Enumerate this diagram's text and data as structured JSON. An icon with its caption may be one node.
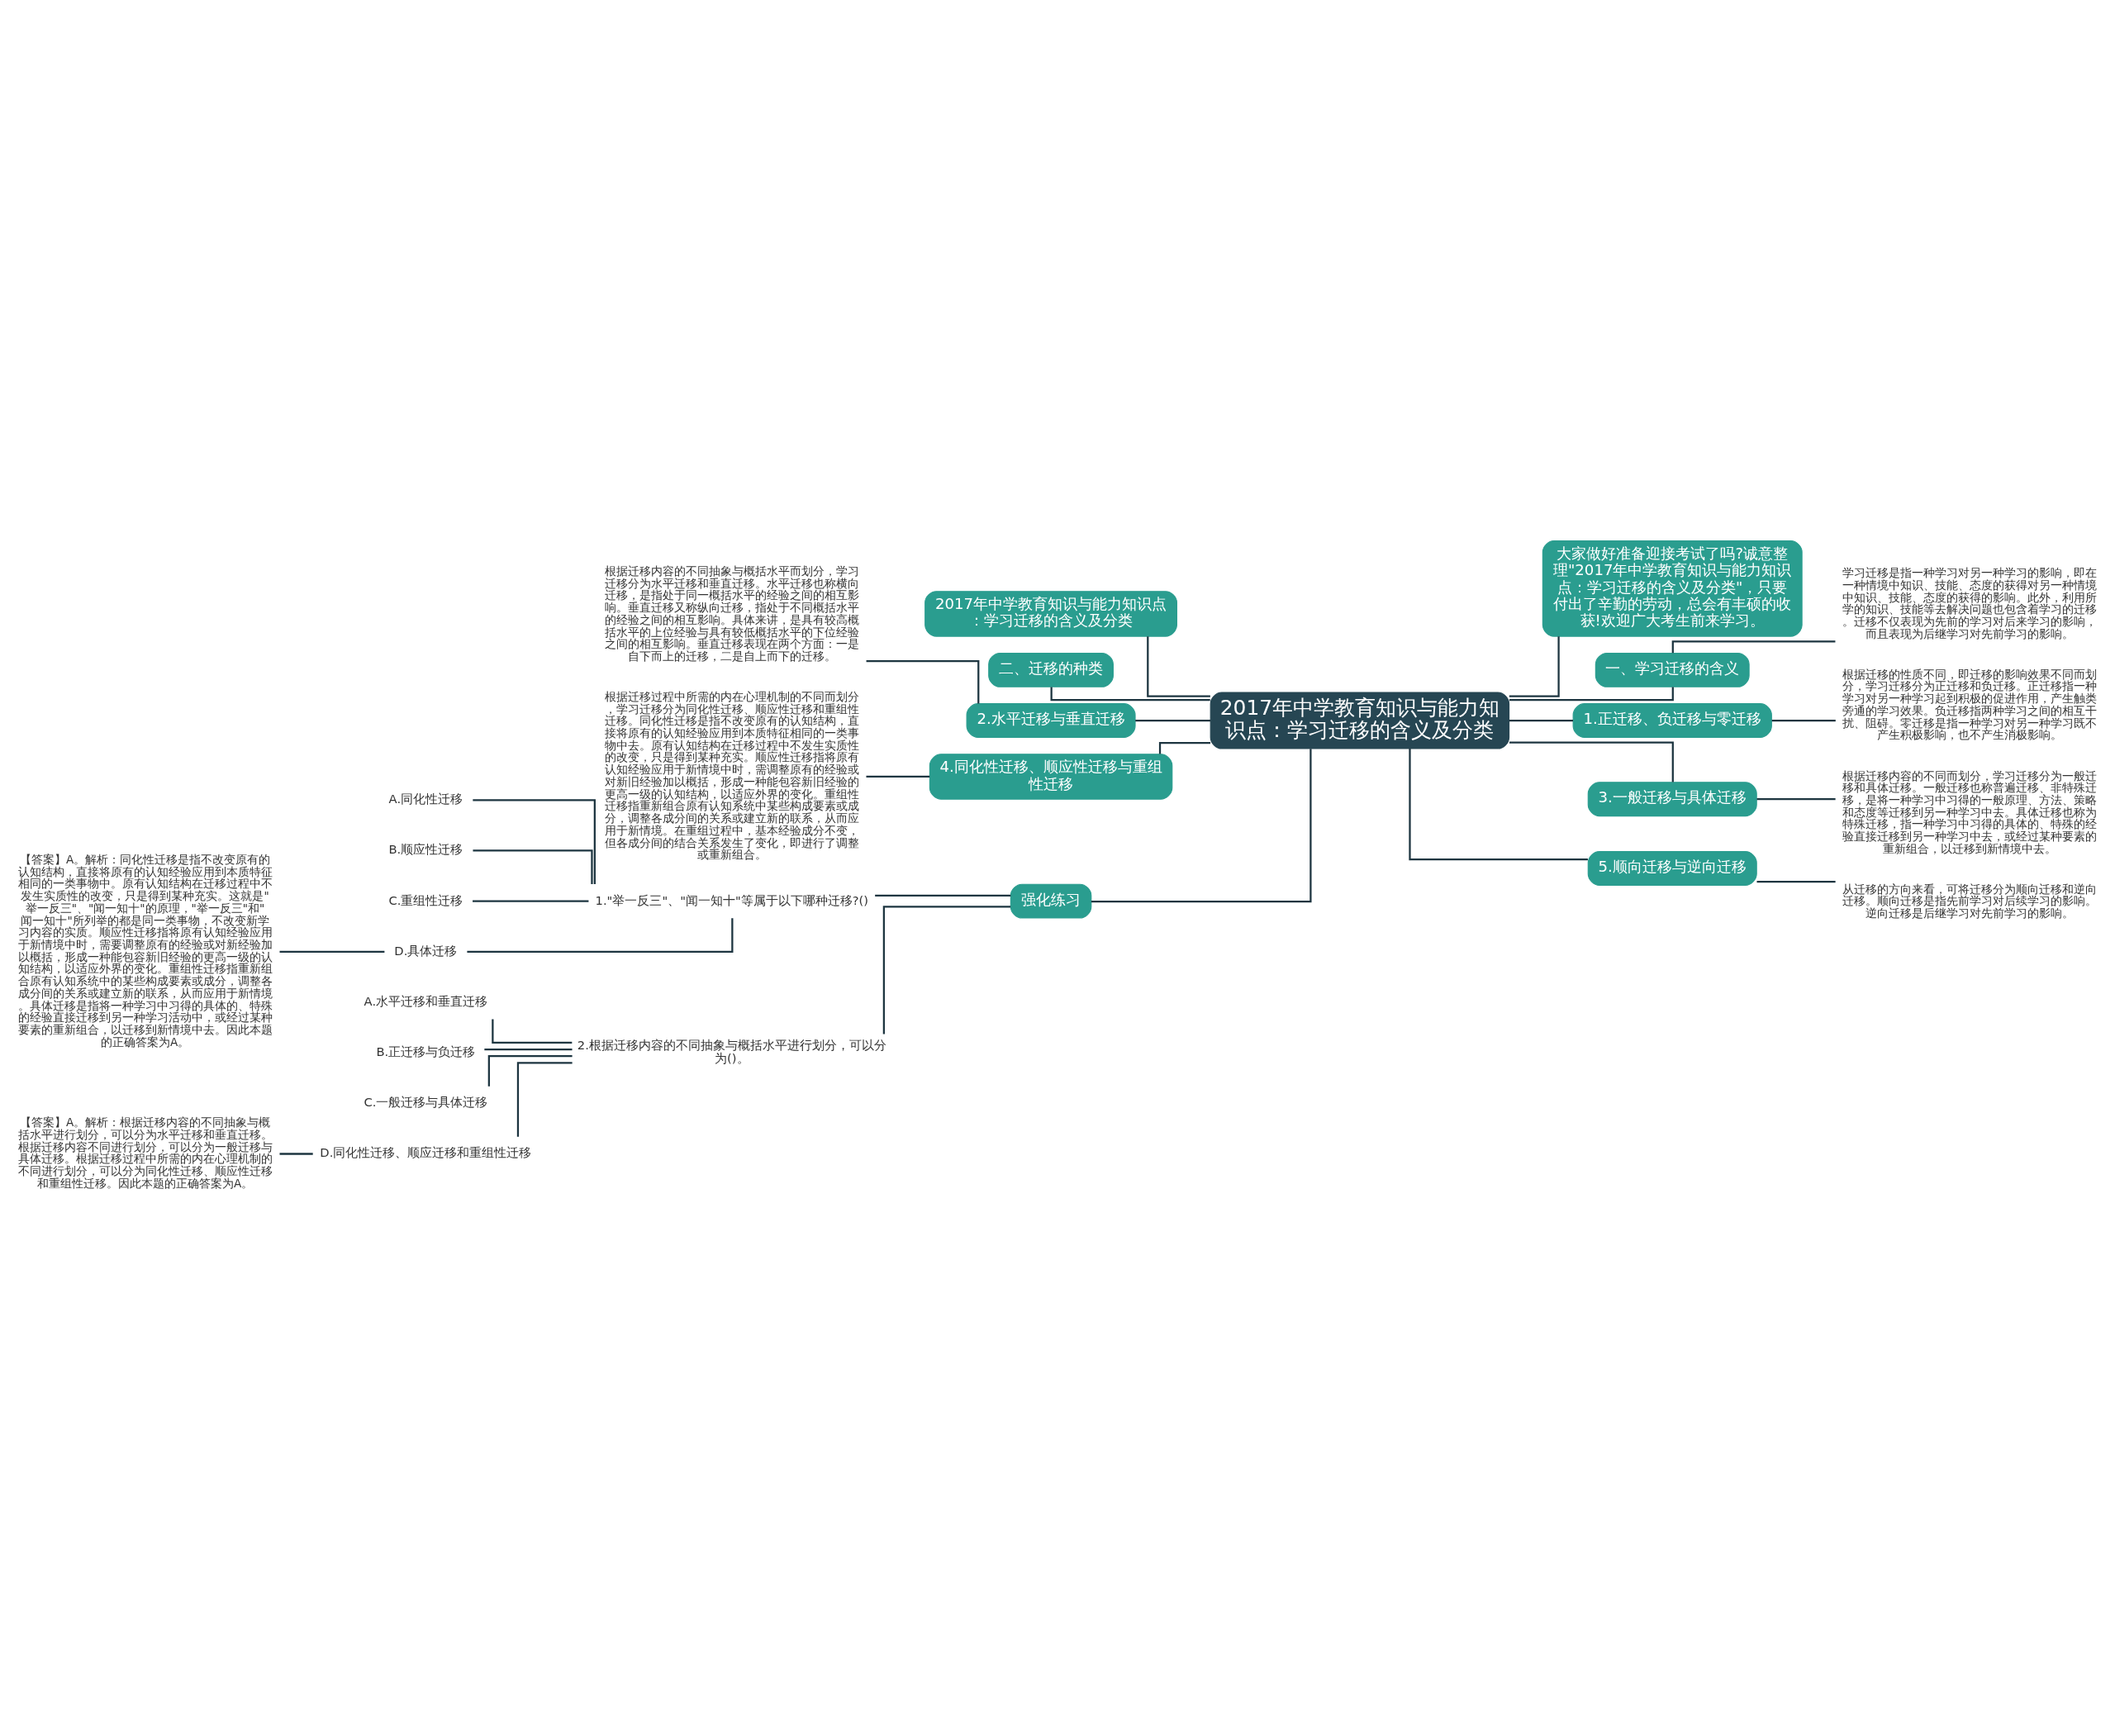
{
  "diagram": {
    "nodes": [
      {
        "text": [
          "2017年中学教育知识与能力知识点：学习迁移的含义及分类"
        ]
      },
      {
        "text": [
          "2017年中学教育知识与能力知识点：学习迁移的含义及分类"
        ]
      },
      {
        "text": [
          "二、迁移的种类"
        ]
      },
      {
        "text": [
          "2.水平迁移与垂直迁移"
        ]
      },
      {
        "text": [
          "根据迁移内容的不同抽象与概括水平而划分，学习迁移分为水平迁移和垂直迁移。水平迁移也称横向迁移，是指处于同一概括水平的经验之间的相互影响。垂直迁移又称纵向迁移，指处于不同概括水平的经验之间的相互影响。具体来讲，是具有较高概括水平的上位经验与具有较低概括水平的下位经验之间的相互影响。垂直迁移表现在两个方面：一是自下而上的迁移，二是自上而下的迁移。"
        ]
      },
      {
        "text": [
          "4.同化性迁移、顺应性迁移与重组性迁移"
        ]
      },
      {
        "text": [
          "根据迁移过程中所需的内在心理机制的不同而划分，学习迁移分为同化性迁移、顺应性迁移和重组性迁移。同化性迁移是指不改变原有的认知结构，直接将原有的认知经验应用到本质特征相同的一类事物中去。原有认知结构在迁移过程中不发生实质性的改变，只是得到某种充实。顺应性迁移指将原有认知经验应用于新情境中时，需调整原有的经验或对新旧经验加以概括，形成一种能包容新旧经验的更高一级的认知结构，以适应外界的变化。重组性迁移指重新组合原有认知系统中某些构成要素或成分，调整各成分间的关系或建立新的联系，从而应用于新情境。在重组过程中，基本经验成分不变，但各成分间的结合关系发生了变化，即进行了调整或重新组合。"
        ]
      },
      {
        "text": [
          "强化练习"
        ]
      },
      {
        "text": [
          "1.\"举一反三\"、\"闻一知十\"等属于以下哪种迁移?()"
        ]
      },
      {
        "text": [
          "A.同化性迁移"
        ]
      },
      {
        "text": [
          "B.顺应性迁移"
        ]
      },
      {
        "text": [
          "C.重组性迁移"
        ]
      },
      {
        "text": [
          "D.具体迁移"
        ]
      },
      {
        "text": [
          "【答案】A。解析：同化性迁移是指不改变原有的认知结构，直接将原有的认知经验应用到本质特征相同的一类事物中。原有认知结构在迁移过程中不发生实质性的改变，只是得到某种充实。这就是\"举一反三\"、\"闻一知十\"的原理，\"举一反三\"和\"闻一知十\"所列举的都是同一类事物，不改变新学习内容的实质。顺应性迁移指将原有认知经验应用于新情境中时，需要调整原有的经验或对新经验加以概括，形成一种能包容新旧经验的更高一级的认知结构，以适应外界的变化。重组性迁移指重新组合原有认知系统中的某些构成要素或成分，调整各成分间的关系或建立新的联系，从而应用于新情境。具体迁移是指将一种学习中习得的具体的、特殊的经验直接迁移到另一种学习活动中，或经过某种要素的重新组合，以迁移到新情境中去。因此本题的正确答案为A。"
        ]
      },
      {
        "text": [
          "2.根据迁移内容的不同抽象与概括水平进行划分，可以分为()。"
        ]
      },
      {
        "text": [
          "A.水平迁移和垂直迁移"
        ]
      },
      {
        "text": [
          "B.正迁移与负迁移"
        ]
      },
      {
        "text": [
          "C.一般迁移与具体迁移"
        ]
      },
      {
        "text": [
          "D.同化性迁移、顺应迁移和重组性迁移"
        ]
      },
      {
        "text": [
          "【答案】A。解析：根据迁移内容的不同抽象与概括水平进行划分，可以分为水平迁移和垂直迁移。根据迁移内容不同进行划分，可以分为一般迁移与具体迁移。根据迁移过程中所需的内在心理机制的不同进行划分，可以分为同化性迁移、顺应性迁移和重组性迁移。因此本题的正确答案为A。"
        ]
      },
      {
        "text": [
          "大家做好准备迎接考试了吗?诚意整理\"2017年中学教育知识与能力知识点：学习迁移的含义及分类\"，只要付出了辛勤的劳动，总会有丰硕的收获!欢迎广大考生前来学习。"
        ]
      },
      {
        "text": [
          "一、学习迁移的含义"
        ]
      },
      {
        "text": [
          "学习迁移是指一种学习对另一种学习的影响，即在一种情境中知识、技能、态度的获得对另一种情境中知识、技能、态度的获得的影响。此外，利用所学的知识、技能等去解决问题也包含着学习的迁移。迁移不仅表现为先前的学习对后来学习的影响，而且表现为后继学习对先前学习的影响。"
        ]
      },
      {
        "text": [
          "1.正迁移、负迁移与零迁移"
        ]
      },
      {
        "text": [
          "根据迁移的性质不同，即迁移的影响效果不同而划分，学习迁移分为正迁移和负迁移。正迁移指一种学习对另一种学习起到积极的促进作用，产生触类旁通的学习效果。负迁移指两种学习之间的相互干扰、阻碍。零迁移是指一种学习对另一种学习既不产生积极影响，也不产生消极影响。"
        ]
      },
      {
        "text": [
          "3.一般迁移与具体迁移"
        ]
      },
      {
        "text": [
          "根据迁移内容的不同而划分，学习迁移分为一般迁移和具体迁移。一般迁移也称普遍迁移、非特殊迁移，是将一种学习中习得的一般原理、方法、策略和态度等迁移到另一种学习中去。具体迁移也称为特殊迁移，指一种学习中习得的具体的、特殊的经验直接迁移到另一种学习中去，或经过某种要素的重新组合，以迁移到新情境中去。"
        ]
      },
      {
        "text": [
          "5.顺向迁移与逆向迁移"
        ]
      },
      {
        "text": [
          "从迁移的方向来看，可将迁移分为顺向迁移和逆向迁移。顺向迁移是指先前学习对后续学习的影响。逆向迁移是后继学习对先前学习的影响。"
        ]
      }
    ],
    "edges": [
      {
        "from": 0,
        "to": 1,
        "arrow": "none"
      },
      {
        "from": 0,
        "to": 2,
        "arrow": "none"
      },
      {
        "from": 0,
        "to": 3,
        "arrow": "none"
      },
      {
        "from": 3,
        "to": 4,
        "arrow": "none"
      },
      {
        "from": 0,
        "to": 5,
        "arrow": "none"
      },
      {
        "from": 5,
        "to": 6,
        "arrow": "none"
      },
      {
        "from": 0,
        "to": 7,
        "arrow": "none"
      },
      {
        "from": 7,
        "to": 8,
        "arrow": "none"
      },
      {
        "from": 8,
        "to": 9,
        "arrow": "none"
      },
      {
        "from": 8,
        "to": 10,
        "arrow": "none"
      },
      {
        "from": 8,
        "to": 11,
        "arrow": "none"
      },
      {
        "from": 8,
        "to": 12,
        "arrow": "none"
      },
      {
        "from": 12,
        "to": 13,
        "arrow": "none"
      },
      {
        "from": 7,
        "to": 14,
        "arrow": "none"
      },
      {
        "from": 14,
        "to": 15,
        "arrow": "none"
      },
      {
        "from": 14,
        "to": 16,
        "arrow": "none"
      },
      {
        "from": 14,
        "to": 17,
        "arrow": "none"
      },
      {
        "from": 14,
        "to": 18,
        "arrow": "none"
      },
      {
        "from": 18,
        "to": 19,
        "arrow": "none"
      },
      {
        "from": 0,
        "to": 20,
        "arrow": "none"
      },
      {
        "from": 0,
        "to": 21,
        "arrow": "none"
      },
      {
        "from": 21,
        "to": 22,
        "arrow": "none"
      },
      {
        "from": 0,
        "to": 23,
        "arrow": "none"
      },
      {
        "from": 23,
        "to": 24,
        "arrow": "none"
      },
      {
        "from": 0,
        "to": 25,
        "arrow": "none"
      },
      {
        "from": 25,
        "to": 26,
        "arrow": "none"
      },
      {
        "from": 0,
        "to": 27,
        "arrow": "none"
      },
      {
        "from": 27,
        "to": 28,
        "arrow": "none"
      }
    ]
  }
}
